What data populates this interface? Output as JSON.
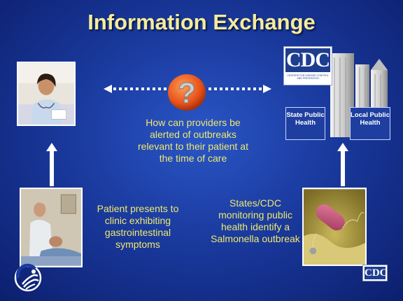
{
  "slide": {
    "title": "Information Exchange",
    "question_text": "How can providers be alerted of outbreaks relevant to their patient at the time of care",
    "patient_text": "Patient presents to clinic exhibiting gastrointestinal symptoms",
    "monitoring_text": "States/CDC monitoring public health identify a Salmonella outbreak",
    "state_public_health": "State Public Health",
    "local_public_health": "Local Public Health",
    "cdc_logo_text": "CDC",
    "cdc_logo_subtext": "CENTERS FOR DISEASE CONTROL AND PREVENTION",
    "question_mark": "?"
  },
  "colors": {
    "background": "#1a3a9e",
    "title": "#f5ec9a",
    "body_text": "#f0e86c",
    "question_bubble": "#e8531a",
    "arrows": "#ffffff"
  },
  "icons": [
    "doctor-photo",
    "patient-photo",
    "bacteria-photo",
    "question-icon",
    "cdc-logo",
    "hhs-logo-icon",
    "buildings-icon"
  ]
}
